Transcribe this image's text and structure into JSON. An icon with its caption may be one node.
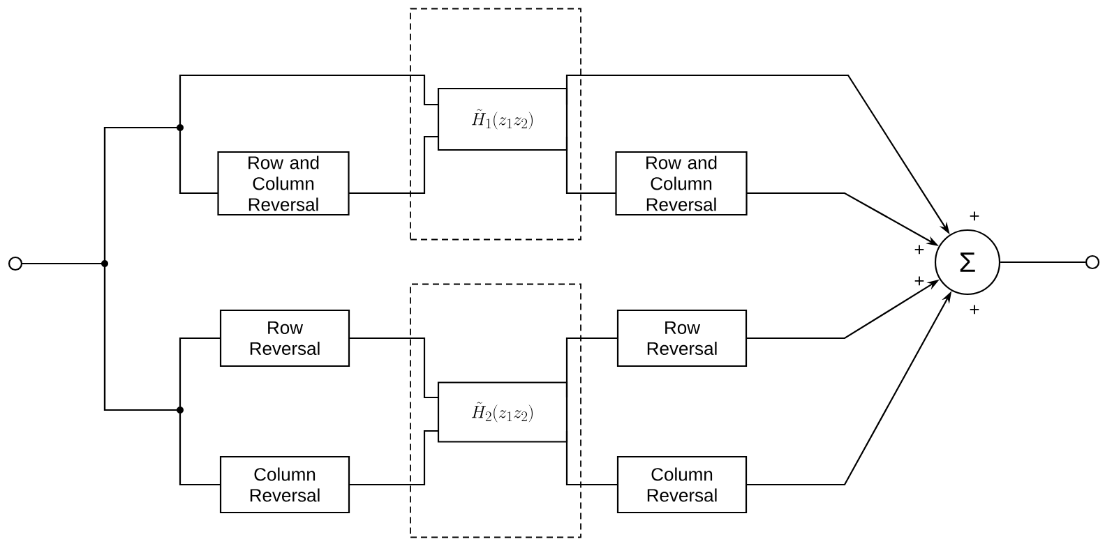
{
  "diagram": {
    "nodes": [
      {
        "text": [],
        "shape": "circle"
      },
      {
        "text": [],
        "shape": "circle"
      },
      {
        "text": [],
        "shape": "box"
      },
      {
        "text": [
          "\\tilde{H}_1(z_1 z_2)"
        ],
        "in": 2
      },
      {
        "text": [
          "Row and Column Reversal"
        ]
      },
      {
        "text": [
          "Row and Column Reversal"
        ]
      },
      {
        "text": [],
        "shape": "box"
      },
      {
        "text": [
          "\\tilde{H}_2(z_1 z_2)"
        ],
        "in": 6
      },
      {
        "text": [
          "Row Reversal"
        ]
      },
      {
        "text": [
          "Column Reversal"
        ]
      },
      {
        "text": [
          "Row Reversal"
        ]
      },
      {
        "text": [
          "Column Reversal"
        ]
      },
      {
        "text": [
          "Σ"
        ]
      }
    ],
    "edges": [
      {
        "from": 0,
        "to": 3,
        "arrow": "none"
      },
      {
        "from": 0,
        "to": 4,
        "arrow": "none"
      },
      {
        "from": 0,
        "to": 8,
        "arrow": "none"
      },
      {
        "from": 0,
        "to": 9,
        "arrow": "none"
      },
      {
        "from": 4,
        "to": 3,
        "arrow": "none"
      },
      {
        "from": 8,
        "to": 7,
        "arrow": "none"
      },
      {
        "from": 9,
        "to": 7,
        "arrow": "none"
      },
      {
        "from": 3,
        "to": 12,
        "arrow": "to"
      },
      {
        "from": 3,
        "to": 5,
        "arrow": "none"
      },
      {
        "from": 5,
        "to": 12,
        "arrow": "to"
      },
      {
        "from": 7,
        "to": 10,
        "arrow": "none"
      },
      {
        "from": 7,
        "to": 11,
        "arrow": "none"
      },
      {
        "from": 10,
        "to": 12,
        "arrow": "to"
      },
      {
        "from": 11,
        "to": 12,
        "arrow": "to"
      },
      {
        "from": 12,
        "to": 1,
        "arrow": "none"
      }
    ],
    "labels": [
      "+",
      "+",
      "+",
      "+"
    ]
  }
}
